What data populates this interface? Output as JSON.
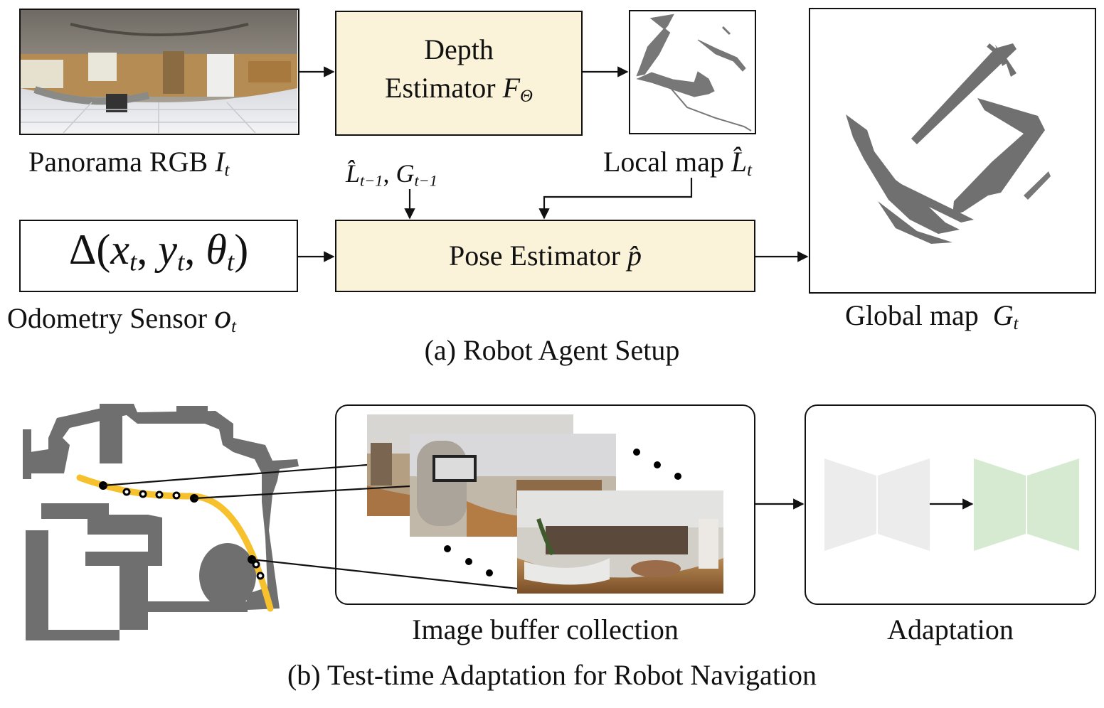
{
  "part_a": {
    "caption": "(a) Robot Agent Setup",
    "panorama": {
      "label": "Panorama RGB",
      "symbol": "I",
      "sub": "t",
      "thumbnail": "panorama-kitchen-image"
    },
    "depth_estimator": {
      "line1": "Depth",
      "line2": "Estimator",
      "symbol": "F",
      "sub": "Θ"
    },
    "local_map": {
      "label": "Local map",
      "symbol": "L̂",
      "sub": "t"
    },
    "prev_inputs": {
      "sym1": "L̂",
      "sub1": "t−1",
      "sep": ",",
      "sym2": "G",
      "sub2": "t−1"
    },
    "odometry": {
      "expr_prefix": "Δ(",
      "x": "x",
      "y": "y",
      "theta": "θ",
      "sub": "t",
      "comma": ", ",
      "expr_suffix": ")",
      "label": "Odometry Sensor",
      "symbol": "o",
      "sub_label": "t"
    },
    "pose_estimator": {
      "label": "Pose Estimator",
      "symbol": "p̂"
    },
    "global_map": {
      "label": "Global map",
      "symbol": "G",
      "sub": "t"
    }
  },
  "part_b": {
    "caption": "(b) Test-time Adaptation for Robot Navigation",
    "buffer_label": "Image buffer collection",
    "adaptation_label": "Adaptation"
  },
  "colors": {
    "tan_box": "#fbf3d9",
    "trajectory": "#f6c12c",
    "map_gray": "#6f6f6f",
    "network_gray": "#ececec",
    "network_green": "#d6ead1"
  }
}
